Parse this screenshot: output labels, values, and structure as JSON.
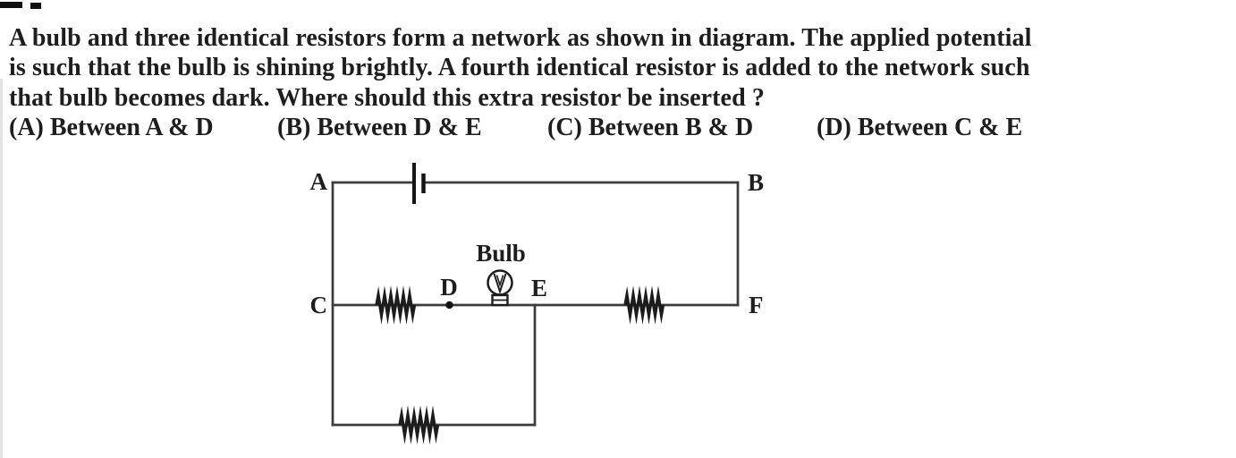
{
  "question": {
    "lines": [
      "A bulb and three identical resistors form a network as shown in diagram. The applied potential",
      "is such that the bulb is shining brightly. A fourth identical resistor is added to the network such",
      "that bulb becomes dark. Where should this extra resistor be inserted ?"
    ],
    "options": [
      "(A) Between A & D",
      "(B) Between D & E",
      "(C) Between B & D",
      "(D) Between C & E"
    ]
  },
  "diagram": {
    "labels": {
      "a": "A",
      "b": "B",
      "c": "C",
      "d": "D",
      "e": "E",
      "f": "F"
    },
    "bulb_label": "Bulb",
    "components": {
      "battery_count": 1,
      "resistor_count": 3,
      "bulb_count": 1
    }
  },
  "colors": {
    "ink": "#1e1e1e",
    "wire": "#3c3c3c"
  }
}
